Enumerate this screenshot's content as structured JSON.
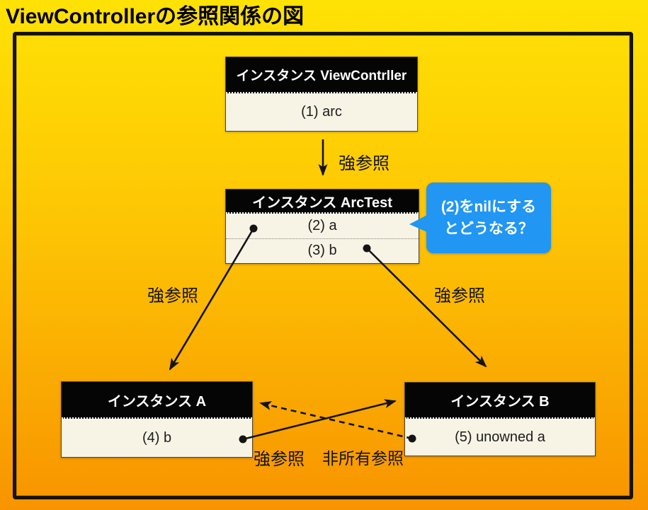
{
  "title": "ViewControllerの参照関係の図",
  "nodes": {
    "view_controller": {
      "header": "インスタンス ViewContrller",
      "rows": [
        "(1) arc"
      ]
    },
    "arc_test": {
      "header": "インスタンス ArcTest",
      "rows": [
        "(2) a",
        "(3) b"
      ]
    },
    "instance_a": {
      "header": "インスタンス A",
      "rows": [
        "(4) b"
      ]
    },
    "instance_b": {
      "header": "インスタンス B",
      "rows": [
        "(5) unowned a"
      ]
    }
  },
  "edges": {
    "vc_to_arctest": {
      "label": "強参照",
      "style": "solid"
    },
    "arctest_to_a": {
      "label": "強参照",
      "style": "solid"
    },
    "arctest_to_b": {
      "label": "強参照",
      "style": "solid"
    },
    "a_to_b": {
      "label": "強参照",
      "style": "solid"
    },
    "b_to_a": {
      "label": "非所有参照",
      "style": "dashed"
    }
  },
  "bubble": {
    "line1": "(2)をnilにする",
    "line2": "とどうなる？",
    "color": "#2196F3"
  },
  "colors": {
    "background_top": "#FFE205",
    "background_bottom": "#F89400",
    "node_header_bg": "#050505",
    "node_body_bg": "#F7F4E6",
    "arrow": "#141414",
    "bubble_blue": "#2196F3"
  }
}
